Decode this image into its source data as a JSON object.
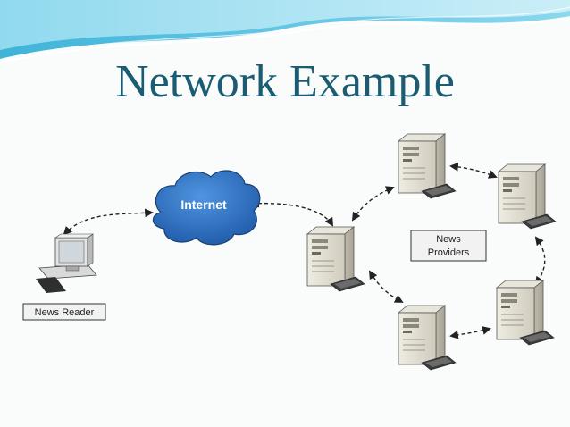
{
  "slide": {
    "title": "Network Example"
  },
  "diagram": {
    "cloud_label": "Internet",
    "client_label": "News Reader",
    "providers_label_line1": "News",
    "providers_label_line2": "Providers",
    "nodes": [
      "news-reader-computer",
      "internet-cloud",
      "gateway-server",
      "provider-server-top",
      "provider-server-right",
      "provider-server-bottom-right",
      "provider-server-bottom"
    ],
    "connections": [
      [
        "news-reader-computer",
        "internet-cloud"
      ],
      [
        "internet-cloud",
        "gateway-server"
      ],
      [
        "gateway-server",
        "provider-server-top"
      ],
      [
        "gateway-server",
        "provider-server-bottom"
      ],
      [
        "provider-server-top",
        "provider-server-right"
      ],
      [
        "provider-server-right",
        "provider-server-bottom-right"
      ],
      [
        "provider-server-bottom-right",
        "provider-server-bottom"
      ]
    ],
    "colors": {
      "cloud": "#2b6fbf",
      "server": "#d8d5c9",
      "title": "#1b5c73",
      "header_wave": "#5fc4e0"
    }
  }
}
